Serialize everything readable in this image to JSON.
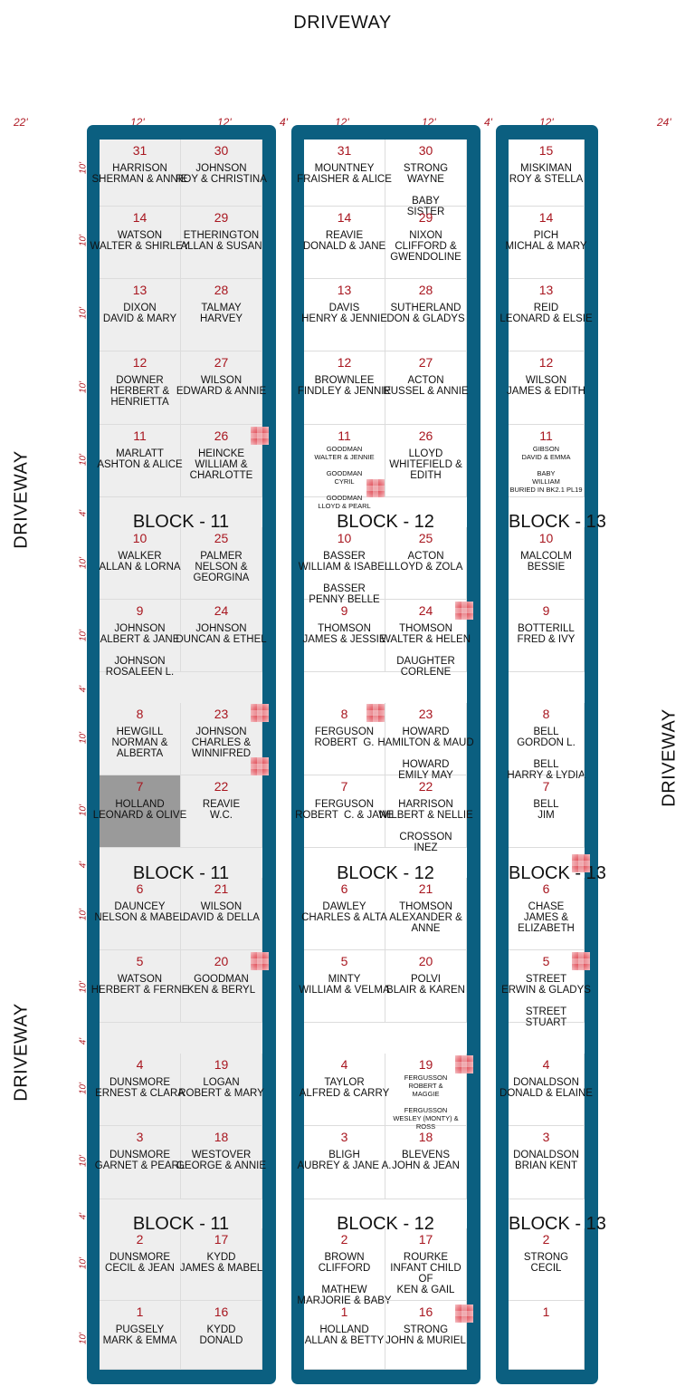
{
  "driveways": {
    "top": "DRIVEWAY",
    "left_upper": "DRIVEWAY",
    "left_lower": "DRIVEWAY",
    "right": "DRIVEWAY"
  },
  "dims": {
    "left_edge": "22'",
    "b11_c1": "12'",
    "b11_c2": "12'",
    "gap1": "4'",
    "b12_c1": "12'",
    "b12_c2": "12'",
    "gap2": "4'",
    "b13_c1": "12'",
    "right_edge": "24'"
  },
  "row_dims": [
    "10'",
    "10'",
    "10'",
    "10'",
    "10'",
    "4'",
    "10'",
    "10'",
    "4'",
    "10'",
    "10'",
    "4'",
    "10'",
    "10'",
    "4'",
    "10'",
    "10'",
    "4'",
    "10'",
    "10'"
  ],
  "blocks": {
    "b11": {
      "labels": [
        "BLOCK - 11",
        "BLOCK - 11",
        "BLOCK - 11"
      ],
      "c1": [
        {
          "num": "31",
          "names": "HARRISON\nSHERMAN & ANNIE"
        },
        {
          "num": "14",
          "names": "WATSON\nWALTER & SHIRLEY"
        },
        {
          "num": "13",
          "names": "DIXON\nDAVID & MARY"
        },
        {
          "num": "12",
          "names": "DOWNER\nHERBERT &\nHENRIETTA"
        },
        {
          "num": "11",
          "names": "MARLATT\nASHTON & ALICE"
        },
        {
          "num": "10",
          "names": "WALKER\nALLAN & LORNA"
        },
        {
          "num": "9",
          "names": "JOHNSON\nALBERT & JANE\n\nJOHNSON\nROSALEEN L."
        },
        {
          "num": "8",
          "names": "HEWGILL\nNORMAN &\nALBERTA"
        },
        {
          "num": "7",
          "names": "HOLLAND\nLEONARD & OLIVE"
        },
        {
          "num": "6",
          "names": "DAUNCEY\nNELSON & MABEL"
        },
        {
          "num": "5",
          "names": "WATSON\nHERBERT & FERNE"
        },
        {
          "num": "4",
          "names": "DUNSMORE\nERNEST & CLARA"
        },
        {
          "num": "3",
          "names": "DUNSMORE\nGARNET & PEARL"
        },
        {
          "num": "2",
          "names": "DUNSMORE\nCECIL & JEAN"
        },
        {
          "num": "1",
          "names": "PUGSELY\nMARK & EMMA"
        }
      ],
      "c2": [
        {
          "num": "30",
          "names": "JOHNSON\nROY & CHRISTINA"
        },
        {
          "num": "29",
          "names": "ETHERINGTON\nALLAN & SUSAN"
        },
        {
          "num": "28",
          "names": "TALMAY\nHARVEY"
        },
        {
          "num": "27",
          "names": "WILSON\nEDWARD & ANNIE"
        },
        {
          "num": "26",
          "names": "HEINCKE\nWILLIAM &\nCHARLOTTE"
        },
        {
          "num": "25",
          "names": "PALMER\nNELSON &\nGEORGINA"
        },
        {
          "num": "24",
          "names": "JOHNSON\nDUNCAN & ETHEL"
        },
        {
          "num": "23",
          "names": "JOHNSON\nCHARLES &\nWINNIFRED"
        },
        {
          "num": "22",
          "names": "REAVIE\nW.C."
        },
        {
          "num": "21",
          "names": "WILSON\nDAVID & DELLA"
        },
        {
          "num": "20",
          "names": "GOODMAN\nKEN & BERYL"
        },
        {
          "num": "19",
          "names": "LOGAN\nROBERT & MARY"
        },
        {
          "num": "18",
          "names": "WESTOVER\nGEORGE & ANNIE"
        },
        {
          "num": "17",
          "names": "KYDD\nJAMES & MABEL"
        },
        {
          "num": "16",
          "names": "KYDD\nDONALD"
        }
      ]
    },
    "b12": {
      "labels": [
        "BLOCK - 12",
        "BLOCK - 12",
        "BLOCK - 12"
      ],
      "c1": [
        {
          "num": "31",
          "names": "MOUNTNEY\nFRAISHER & ALICE"
        },
        {
          "num": "14",
          "names": "REAVIE\nDONALD & JANE"
        },
        {
          "num": "13",
          "names": "DAVIS\nHENRY & JENNIE"
        },
        {
          "num": "12",
          "names": "BROWNLEE\nFINDLEY & JENNIE"
        },
        {
          "num": "11",
          "names": "GOODMAN\nWALTER & JENNIE\n\nGOODMAN\nCYRIL\n\nGOODMAN\nLLOYD & PEARL"
        },
        {
          "num": "10",
          "names": "BASSER\nWILLIAM & ISABEL\n\nBASSER\nPENNY BELLE"
        },
        {
          "num": "9",
          "names": "THOMSON\nJAMES & JESSIE"
        },
        {
          "num": "8",
          "names": "FERGUSON\nROBERT  G."
        },
        {
          "num": "7",
          "names": "FERGUSON\nROBERT  C. & JANE"
        },
        {
          "num": "6",
          "names": "DAWLEY\nCHARLES & ALTA"
        },
        {
          "num": "5",
          "names": "MINTY\nWILLIAM & VELMA"
        },
        {
          "num": "4",
          "names": "TAYLOR\nALFRED & CARRY"
        },
        {
          "num": "3",
          "names": "BLIGH\nAUBREY & JANE A."
        },
        {
          "num": "2",
          "names": "BROWN\nCLIFFORD\n\nMATHEW\nMARJORIE & BABY"
        },
        {
          "num": "1",
          "names": "HOLLAND\nALLAN & BETTY"
        }
      ],
      "c2": [
        {
          "num": "30",
          "names": "STRONG\nWAYNE\n\nBABY\nSISTER"
        },
        {
          "num": "29",
          "names": "NIXON\nCLIFFORD &\nGWENDOLINE"
        },
        {
          "num": "28",
          "names": "SUTHERLAND\nDON & GLADYS"
        },
        {
          "num": "27",
          "names": "ACTON\nRUSSEL & ANNIE"
        },
        {
          "num": "26",
          "names": "LLOYD\nWHITEFIELD &\nEDITH"
        },
        {
          "num": "25",
          "names": "ACTON\nLLOYD & ZOLA"
        },
        {
          "num": "24",
          "names": "THOMSON\nWALTER & HELEN\n\nDAUGHTER\nCORLENE"
        },
        {
          "num": "23",
          "names": "HOWARD\nHAMILTON & MAUD\n\nHOWARD\nEMILY MAY"
        },
        {
          "num": "22",
          "names": "HARRISON\nWILBERT & NELLIE\n\nCROSSON\nINEZ"
        },
        {
          "num": "21",
          "names": "THOMSON\nALEXANDER &\nANNE"
        },
        {
          "num": "20",
          "names": "POLVI\nBLAIR & KAREN"
        },
        {
          "num": "19",
          "names": "FERGUSSON\nROBERT &\nMAGGIE\n\nFERGUSSON\nWESLEY (MONTY) &\nROSS"
        },
        {
          "num": "18",
          "names": "BLEVENS\nJOHN & JEAN"
        },
        {
          "num": "17",
          "names": "ROURKE\nINFANT CHILD\nOF\nKEN & GAIL"
        },
        {
          "num": "16",
          "names": "STRONG\nJOHN & MURIEL"
        }
      ]
    },
    "b13": {
      "labels": [
        "BLOCK - 13",
        "BLOCK - 13",
        "BLOCK - 13"
      ],
      "c1": [
        {
          "num": "15",
          "names": "MISKIMAN\nROY & STELLA"
        },
        {
          "num": "14",
          "names": "PICH\nMICHAL & MARY"
        },
        {
          "num": "13",
          "names": "REID\nLEONARD & ELSIE"
        },
        {
          "num": "12",
          "names": "WILSON\nJAMES & EDITH"
        },
        {
          "num": "11",
          "names": "GIBSON\nDAVID & EMMA\n\nBABY\nWILLIAM\nBURIED IN BK2.1 PL19"
        },
        {
          "num": "10",
          "names": "MALCOLM\nBESSIE"
        },
        {
          "num": "9",
          "names": "BOTTERILL\nFRED & IVY"
        },
        {
          "num": "8",
          "names": "BELL\nGORDON L.\n\nBELL\nHARRY & LYDIA"
        },
        {
          "num": "7",
          "names": "BELL\nJIM"
        },
        {
          "num": "6",
          "names": "CHASE\nJAMES &\nELIZABETH"
        },
        {
          "num": "5",
          "names": "STREET\nERWIN & GLADYS\n\nSTREET\nSTUART"
        },
        {
          "num": "4",
          "names": "DONALDSON\nDONALD & ELAINE"
        },
        {
          "num": "3",
          "names": "DONALDSON\nBRIAN KENT"
        },
        {
          "num": "2",
          "names": "STRONG\nCECIL"
        },
        {
          "num": "1",
          "names": ""
        }
      ]
    }
  },
  "colors": {
    "frame": "#0b5f80",
    "plot_number": "#a8161f",
    "dimension": "#b0202a",
    "shaded_block": "#eeeeee",
    "highlight_plot": "#9a9a9a",
    "marker": "#d8303c"
  }
}
